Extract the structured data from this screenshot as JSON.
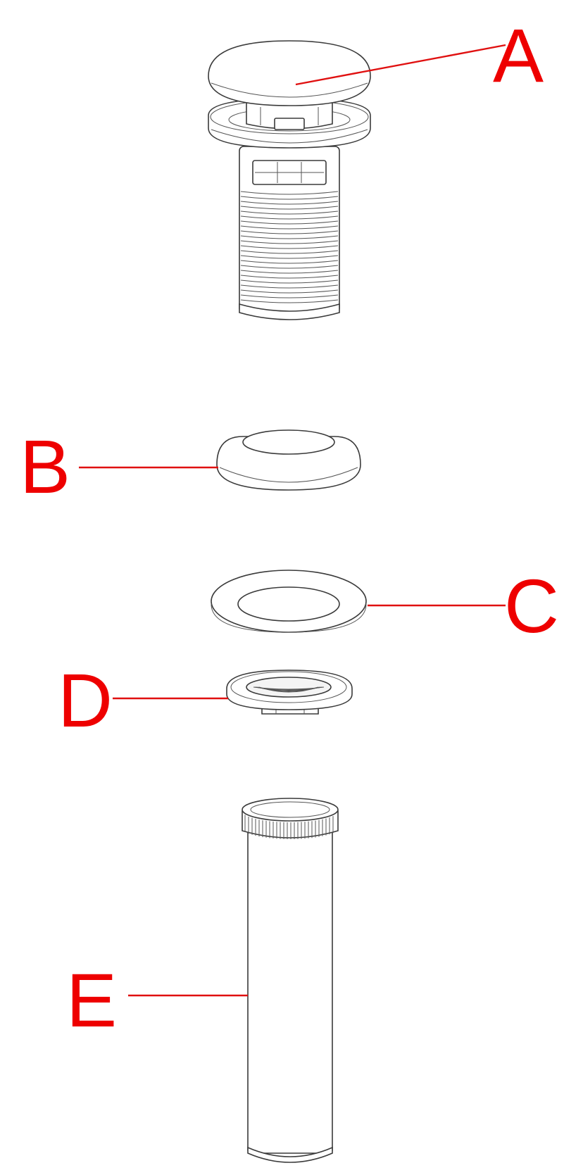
{
  "labels": {
    "a": "A",
    "b": "B",
    "c": "C",
    "d": "D",
    "e": "E"
  },
  "colors": {
    "callout": "#ee0000",
    "line_art": "#3a3a3a",
    "background": "#ffffff"
  }
}
